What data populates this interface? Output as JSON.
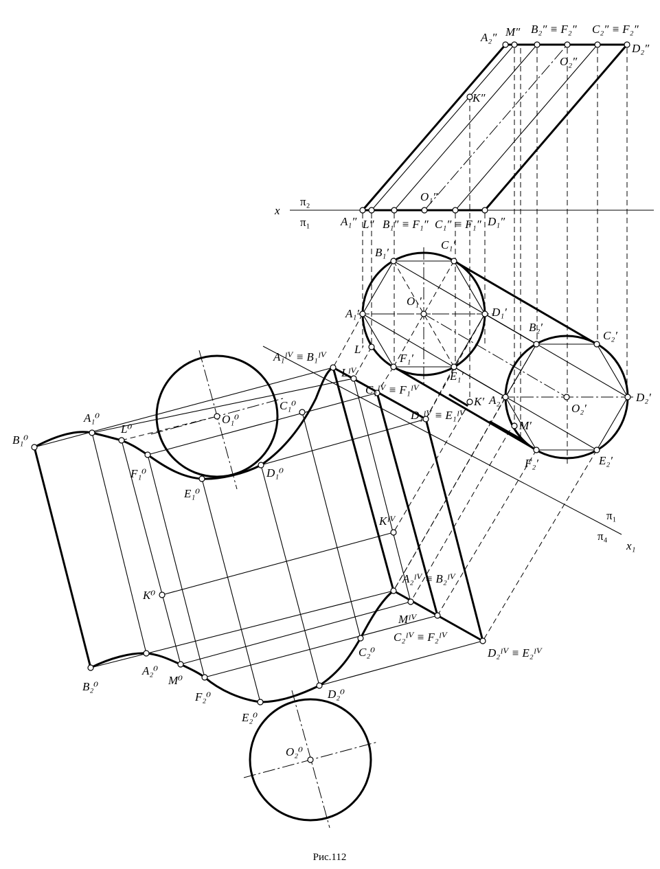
{
  "caption": "Рис.112",
  "axes": {
    "x": "x",
    "pi2": "π₂",
    "pi1": "π₁",
    "x1": "x₁",
    "pi1b": "π₁",
    "pi4": "π₄"
  },
  "labels": {
    "A2pp": "A₂″",
    "Mpp": "M″",
    "B2F2pp": "B₂″ ≡ F₂″",
    "C2F2pp": "C₂″ ≡ F₂″",
    "D2pp": "D₂″",
    "O2pp": "O₂″",
    "Kpp": "K″",
    "O1pp": "O₁″",
    "A1pp": "A₁″",
    "Lpp": "L″",
    "B1F1pp": "B₁″ ≡ F₁″",
    "C1F1pp": "C₁″ ≡ F₁″",
    "D1pp": "D₁″",
    "B1p": "B₁′",
    "C1p": "C₁′",
    "O1p": "O₁′",
    "A1p": "A₁′",
    "D1p": "D₁′",
    "Lp": "L′",
    "F1p": "F₁′",
    "E1p": "E₁′",
    "B2p": "B₂′",
    "C2p": "C₂′",
    "A2p": "A₂′",
    "O2p": "O₂′",
    "D2p": "D₂′",
    "Kp": "K′",
    "Mp": "M′",
    "F2p": "F₂′",
    "E2p": "E₂′",
    "A1B1iv": "A₁ᴵⱽ ≡ B₁ᴵⱽ",
    "Liv": "Lᴵⱽ",
    "C1F1iv": "C₁ᴵⱽ ≡ F₁ᴵⱽ",
    "D1E1iv": "D₁ᴵⱽ ≡ E₁ᴵⱽ",
    "Kiv": "Kᴵⱽ",
    "A2B2iv": "A₂ᴵⱽ ≡ B₂ᴵⱽ",
    "Miv": "Mᴵⱽ",
    "C2F2iv": "C₂ᴵⱽ ≡ F₂ᴵⱽ",
    "D2E2iv": "D₂ᴵⱽ ≡ E₂ᴵⱽ",
    "B10": "B₁⁰",
    "A10": "A₁⁰",
    "L0": "L⁰",
    "F10": "F₁⁰",
    "E10": "E₁⁰",
    "D10": "D₁⁰",
    "C10": "C₁⁰",
    "O10": "O₁⁰",
    "K0": "K⁰",
    "B20": "B₂⁰",
    "A20": "A₂⁰",
    "M0": "M⁰",
    "F20": "F₂⁰",
    "E20": "E₂⁰",
    "D20": "D₂⁰",
    "C20": "C₂⁰",
    "O20": "O₂⁰"
  }
}
